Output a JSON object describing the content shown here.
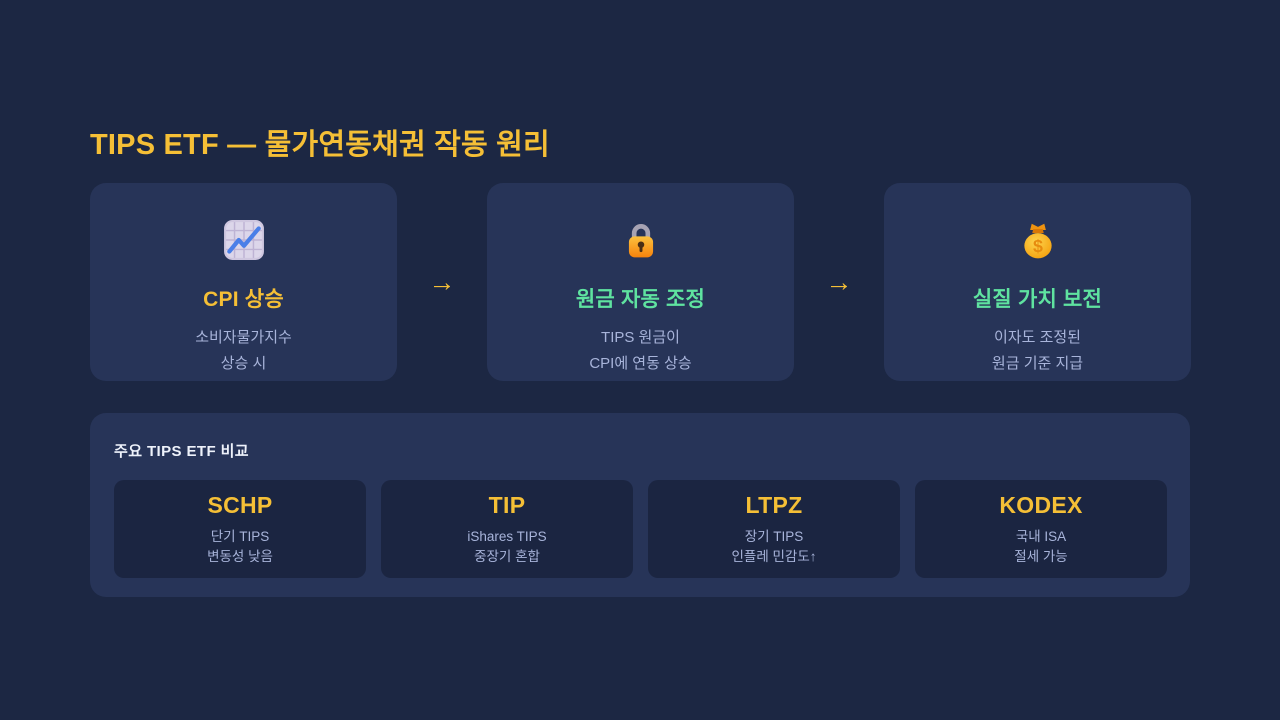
{
  "page": {
    "title": "TIPS ETF — 물가연동채권 작동 원리",
    "background_color": "#1c2743",
    "card_color": "#273458",
    "inner_card_color": "#1b2541",
    "accent_gold": "#f5bf36",
    "accent_green": "#5fe3a0",
    "muted_text_color": "#a8b4da"
  },
  "flow": {
    "arrow": "→",
    "steps": [
      {
        "icon": "chart-increasing-icon",
        "title": "CPI 상승",
        "title_color": "#f5bf36",
        "lines": [
          "소비자물가지수",
          "상승 시"
        ]
      },
      {
        "icon": "lock-icon",
        "title": "원금 자동 조정",
        "title_color": "#5fe3a0",
        "lines": [
          "TIPS 원금이",
          "CPI에 연동 상승"
        ]
      },
      {
        "icon": "money-bag-icon",
        "title": "실질 가치 보전",
        "title_color": "#5fe3a0",
        "lines": [
          "이자도 조정된",
          "원금 기준 지급"
        ]
      }
    ]
  },
  "comparison": {
    "heading": "주요 TIPS ETF 비교",
    "items": [
      {
        "ticker": "SCHP",
        "lines": [
          "단기 TIPS",
          "변동성 낮음"
        ]
      },
      {
        "ticker": "TIP",
        "lines": [
          "iShares TIPS",
          "중장기 혼합"
        ]
      },
      {
        "ticker": "LTPZ",
        "lines": [
          "장기 TIPS",
          "인플레 민감도↑"
        ]
      },
      {
        "ticker": "KODEX",
        "lines": [
          "국내 ISA",
          "절세 가능"
        ]
      }
    ]
  }
}
